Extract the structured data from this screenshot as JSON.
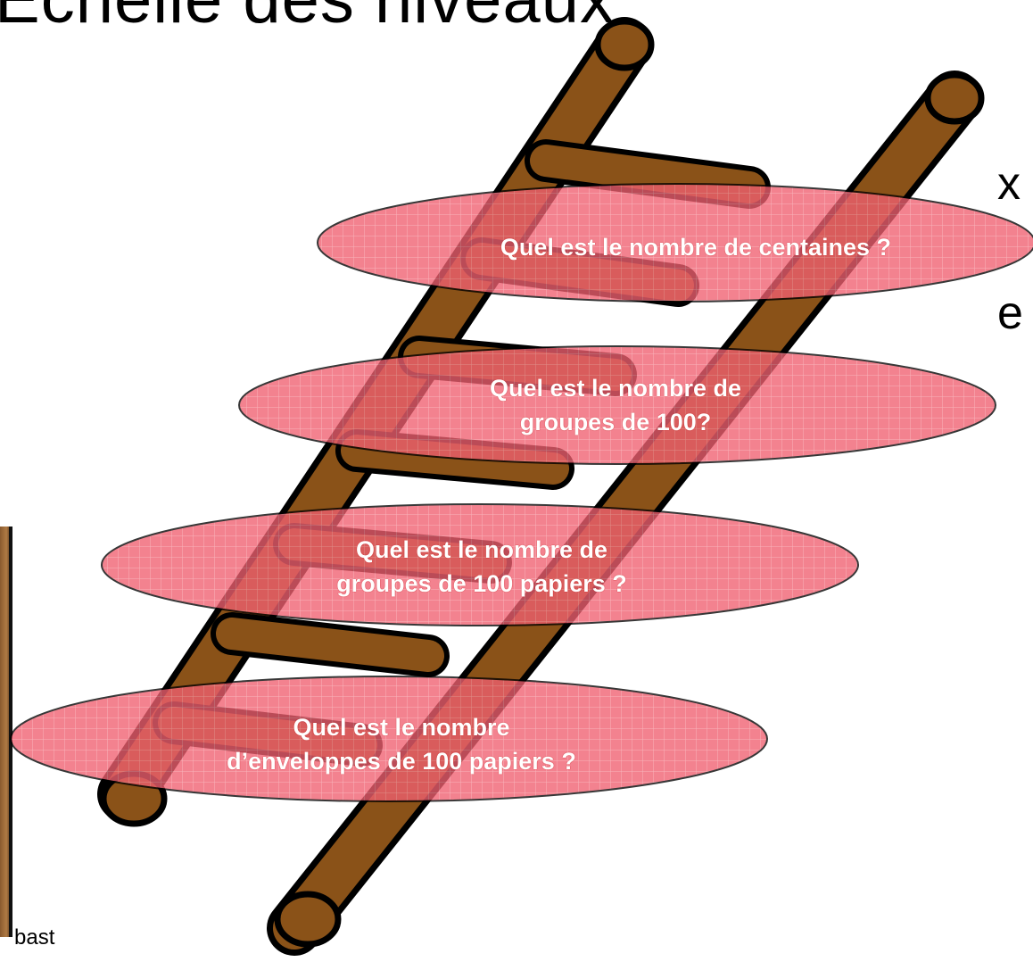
{
  "slide": {
    "title": "Échelle des niveaux",
    "left_fragments": [
      "x",
      "e"
    ],
    "caption": "bast"
  },
  "questions": [
    {
      "lines": [
        "Quel est le nombre de centaines ?"
      ]
    },
    {
      "lines": [
        "Quel est le nombre de",
        "groupes de 100?"
      ]
    },
    {
      "lines": [
        "Quel est le nombre de",
        "groupes de 100 papiers ?"
      ]
    },
    {
      "lines": [
        "Quel est le nombre",
        "d’enveloppes de 100 papiers ?"
      ]
    }
  ],
  "colors": {
    "ellipse_fill": "#f06070",
    "ladder_wood": "#8a5218",
    "outline": "#000000"
  }
}
